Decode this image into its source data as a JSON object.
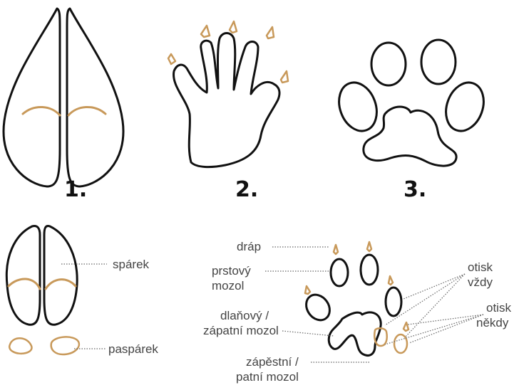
{
  "numbers": {
    "one": "1.",
    "two": "2.",
    "three": "3."
  },
  "labels": {
    "sparek": "spárek",
    "pasparek": "paspárek",
    "drap": "dráp",
    "prstovy_1": "prstový",
    "prstovy_2": "mozol",
    "dlanovy_1": "dlaňový /",
    "dlanovy_2": "zápatní mozol",
    "zapestni_1": "zápěstní /",
    "zapestni_2": "patní mozol",
    "vzdy_1": "otisk",
    "vzdy_2": "vždy",
    "nekdy_1": "otisk",
    "nekdy_2": "někdy"
  },
  "colors": {
    "outline": "#111111",
    "accent": "#c8995a",
    "text": "#444444"
  }
}
